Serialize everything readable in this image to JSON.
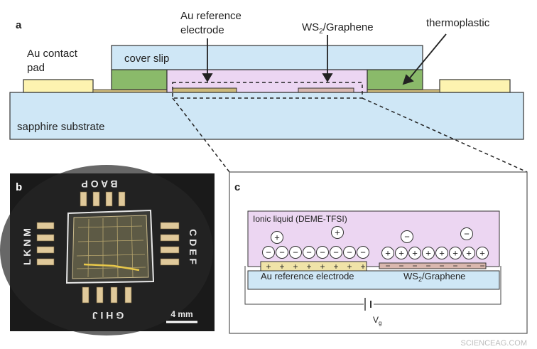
{
  "panel_a": {
    "letter": "a",
    "labels": {
      "au_contact_pad_line1": "Au contact",
      "au_contact_pad_line2": "pad",
      "au_reference_line1": "Au reference",
      "au_reference_line2": "electrode",
      "ws2_graphene_prefix": "WS",
      "ws2_graphene_sub": "2",
      "ws2_graphene_suffix": "/Graphene",
      "thermoplastic": "thermoplastic",
      "cover_slip": "cover slip",
      "sapphire_substrate": "sapphire substrate"
    }
  },
  "panel_b": {
    "letter": "b",
    "pin_letters_top": "B A O P",
    "pin_letters_left": "L K N M",
    "pin_letters_right": "C D E F",
    "pin_letters_bottom": "G H I J",
    "scale_bar": "4 mm"
  },
  "panel_c": {
    "letter": "c",
    "ionic_liquid": "Ionic liquid (DEME-TFSI)",
    "au_reference_electrode": "Au reference electrode",
    "ws2_prefix": "WS",
    "ws2_sub": "2",
    "ws2_suffix": "/Graphene",
    "vg_main": "V",
    "vg_sub": "g",
    "plus": "+",
    "minus": "−"
  },
  "watermark": "SCIENCEAG.COM",
  "colors": {
    "cover_slip": "#cfe7f6",
    "sapphire": "#cfe7f6",
    "ionic_liquid": "#ecd6f2",
    "thermoplastic": "#8aba6a",
    "au_pad": "#fdf3b0",
    "gold_film": "#cdb97a",
    "ws2_film": "#d9b7ae",
    "photo_bg": "#1a1a1a"
  }
}
